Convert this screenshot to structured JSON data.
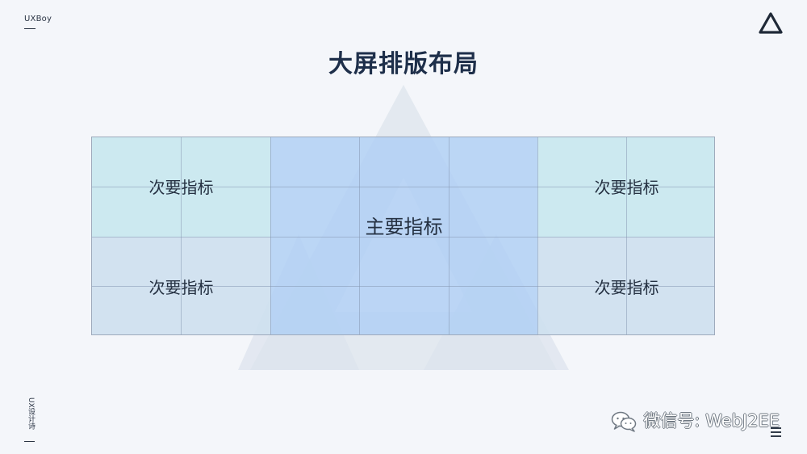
{
  "header": {
    "brand": "UXBoy",
    "title": "大屏排版布局"
  },
  "layout": {
    "top_left_label": "次要指标",
    "bottom_left_label": "次要指标",
    "center_label": "主要指标",
    "top_right_label": "次要指标",
    "bottom_right_label": "次要指标"
  },
  "footer": {
    "side_label": "UX设计诗",
    "watermark": "微信号: WebJ2EE"
  },
  "icons": {
    "top_right": "triangle-logo-icon",
    "background": "triangle-background-icon",
    "watermark": "wechat-icon",
    "menu": "menu-icon"
  },
  "colors": {
    "background": "#f4f6fa",
    "secondary_top": "#c8e7ef",
    "secondary_bottom": "#cedfef",
    "primary": "#afcef4",
    "text": "#1e2f4a"
  }
}
